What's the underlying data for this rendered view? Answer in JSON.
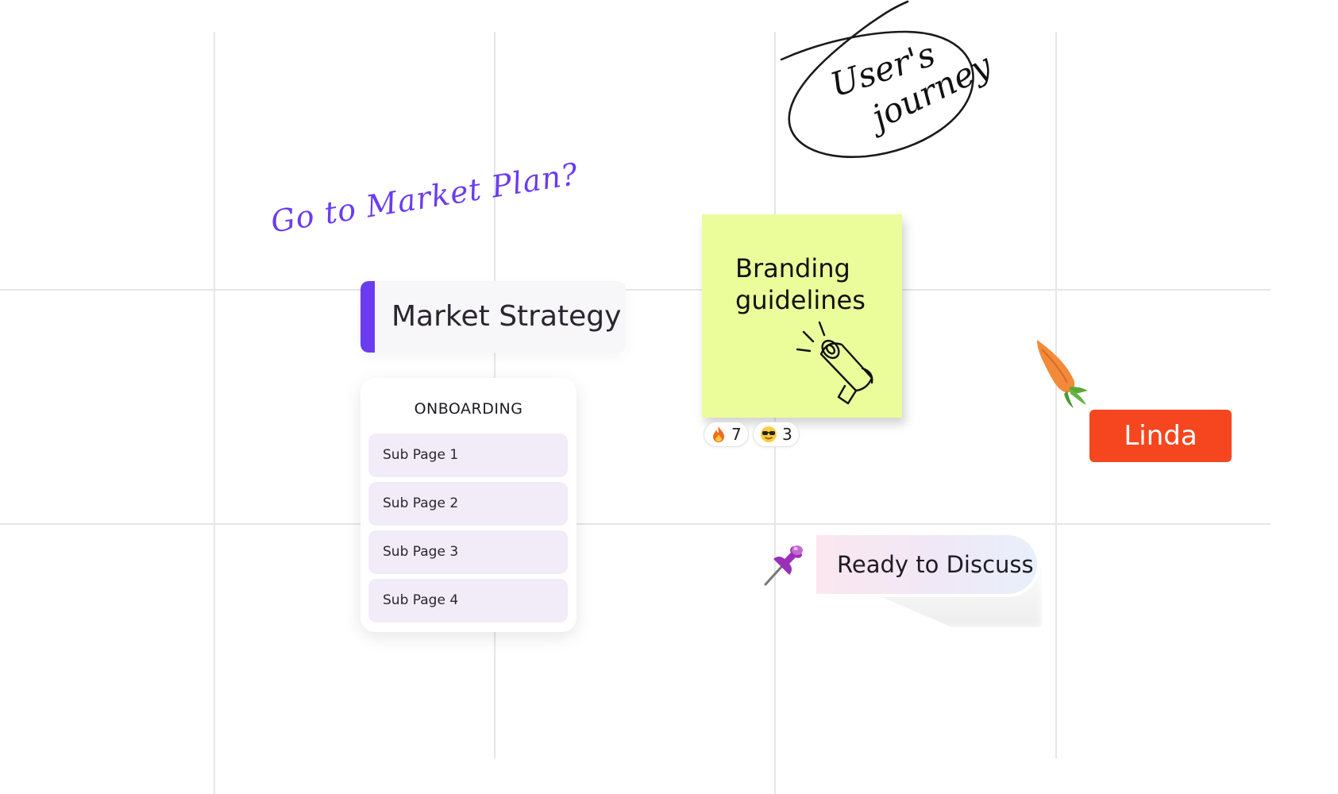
{
  "canvas": {
    "handwritten_plan": "Go to Market Plan?",
    "strategy_card": {
      "title": "Market Strategy",
      "accent_color": "#6a3cf0"
    },
    "onboarding": {
      "title": "ONBOARDING",
      "items": [
        "Sub Page 1",
        "Sub Page 2",
        "Sub Page 3",
        "Sub Page 4"
      ]
    },
    "sticky_note": {
      "title": "Branding guidelines",
      "color": "#ebfc9a",
      "icon": "megaphone-icon"
    },
    "reactions": [
      {
        "emoji": "fire-icon",
        "count": "7"
      },
      {
        "emoji": "sunglasses-face-icon",
        "count": "3"
      }
    ],
    "journey_note": {
      "line1": "User's",
      "line2": "journey"
    },
    "cursor": {
      "name": "Linda",
      "color": "#f5461f",
      "icon": "carrot-icon"
    },
    "status_tag": {
      "label": "Ready to Discuss",
      "icon": "pushpin-icon"
    }
  }
}
